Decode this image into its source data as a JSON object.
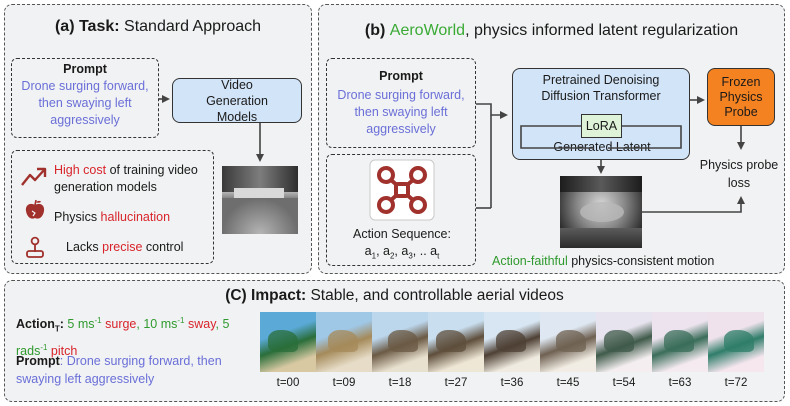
{
  "panel_a": {
    "title_bold": "(a) Task:",
    "title_rest": " Standard Approach",
    "prompt_heading": "Prompt",
    "prompt_text": "Drone surging forward, then swaying left aggressively",
    "model_label": "Video Generation Models",
    "issue1_red": "High cost",
    "issue1_rest": " of training video generation models",
    "issue2_plain": "Physics ",
    "issue2_red": "hallucination",
    "issue3_plain": "Lacks ",
    "issue3_red": "precise",
    "issue3_rest": " control"
  },
  "panel_b": {
    "title_prefix": "(b) ",
    "title_brand": "AeroWorld",
    "title_rest": ", physics informed latent regularization",
    "prompt_heading": "Prompt",
    "prompt_text": "Drone surging forward, then swaying left aggressively",
    "action_label": "Action Sequence:",
    "action_seq": [
      "a",
      "1",
      ", a",
      "2",
      ", a",
      "3",
      ", .. a",
      "t"
    ],
    "transformer_label": "Pretrained Denoising Diffusion Transformer",
    "lora_label": "LoRA",
    "latent_label": "Generated Latent",
    "probe_label": "Frozen Physics Probe",
    "loss_label": "Physics probe loss",
    "caption_green": "Action-faithful",
    "caption_rest": " physics-consistent motion"
  },
  "panel_c": {
    "title_bold": "(C) Impact:",
    "title_rest": " Stable, and controllable aerial videos",
    "action_label": "Action",
    "action_sub": "T",
    "action_colon": ": ",
    "action_parts": [
      {
        "text": "5 ms",
        "cls": "green"
      },
      {
        "text": "-1",
        "cls": "green",
        "sup": true
      },
      {
        "text": " surge",
        "cls": "red"
      },
      {
        "text": ", 10 ms",
        "cls": "green"
      },
      {
        "text": "-1",
        "cls": "green",
        "sup": true
      },
      {
        "text": " sway",
        "cls": "red"
      },
      {
        "text": ", 5 rads",
        "cls": "green"
      },
      {
        "text": "-1",
        "cls": "green",
        "sup": true
      },
      {
        "text": " pitch",
        "cls": "red"
      }
    ],
    "prompt_label": "Prompt",
    "prompt_text": ": Drone surging forward, then swaying left aggressively",
    "frames": [
      "t=00",
      "t=09",
      "t=18",
      "t=27",
      "t=36",
      "t=45",
      "t=54",
      "t=63",
      "t=72"
    ]
  },
  "colors": {
    "blue_box": "#d2e4f8",
    "orange_box": "#f58220",
    "lora_box": "#dff3d8",
    "icon_red": "#a0312c",
    "panel_bg": "#f1f2f3"
  }
}
